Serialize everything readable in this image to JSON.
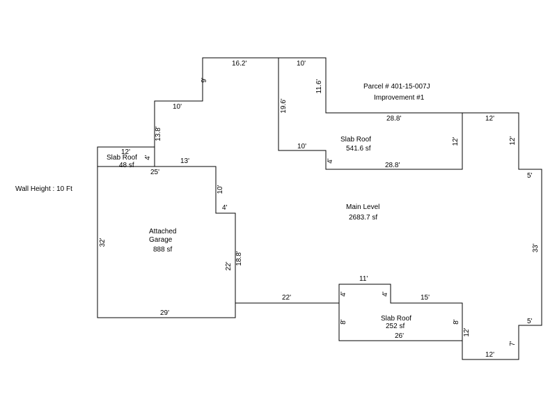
{
  "header": {
    "parcel": "Parcel # 401-15-007J",
    "improvement": "Improvement #1",
    "wall_height": "Wall Height : 10 Ft"
  },
  "areas": {
    "main_level": {
      "name": "Main Level",
      "size": "2683.7 sf"
    },
    "garage": {
      "name_line1": "Attached",
      "name_line2": "Garage",
      "size": "888 sf"
    },
    "slab_roof_upper": {
      "name": "Slab Roof",
      "size": "541.6 sf"
    },
    "slab_roof_lower": {
      "name": "Slab Roof",
      "size": "252 sf"
    },
    "slab_roof_small": {
      "name": "Slab Roof",
      "size": "48 sf"
    }
  },
  "dimensions": {
    "d_16_2": "16.2'",
    "d_10_top": "10'",
    "d_9": "9'",
    "d_11_6": "11.6'",
    "d_10_upper_left": "10'",
    "d_13_8": "13.8'",
    "d_19_6": "19.6'",
    "d_28_8_top": "28.8'",
    "d_12_right_top": "12'",
    "d_12_slab_right": "12'",
    "d_12_right_side": "12'",
    "d_10_slab": "10'",
    "d_4_slab": "4'",
    "d_28_8_bottom": "28.8'",
    "d_12_small_slab": "12'",
    "d_4_small_slab": "4'",
    "d_25": "25'",
    "d_13": "13'",
    "d_10_garage_step": "10'",
    "d_4_garage_step": "4'",
    "d_5_top_right": "5'",
    "d_32": "32'",
    "d_22_garage": "22'",
    "d_18_8": "18.8'",
    "d_33": "33'",
    "d_11": "11'",
    "d_22_bottom": "22'",
    "d_4_lower_left": "4'",
    "d_4_lower_inner": "4'",
    "d_15": "15'",
    "d_29": "29'",
    "d_8_left": "8'",
    "d_8_right": "8'",
    "d_5_bottom_right": "5'",
    "d_26": "26'",
    "d_12_lower_vertical": "12'",
    "d_7": "7'",
    "d_12_bottom": "12'"
  }
}
